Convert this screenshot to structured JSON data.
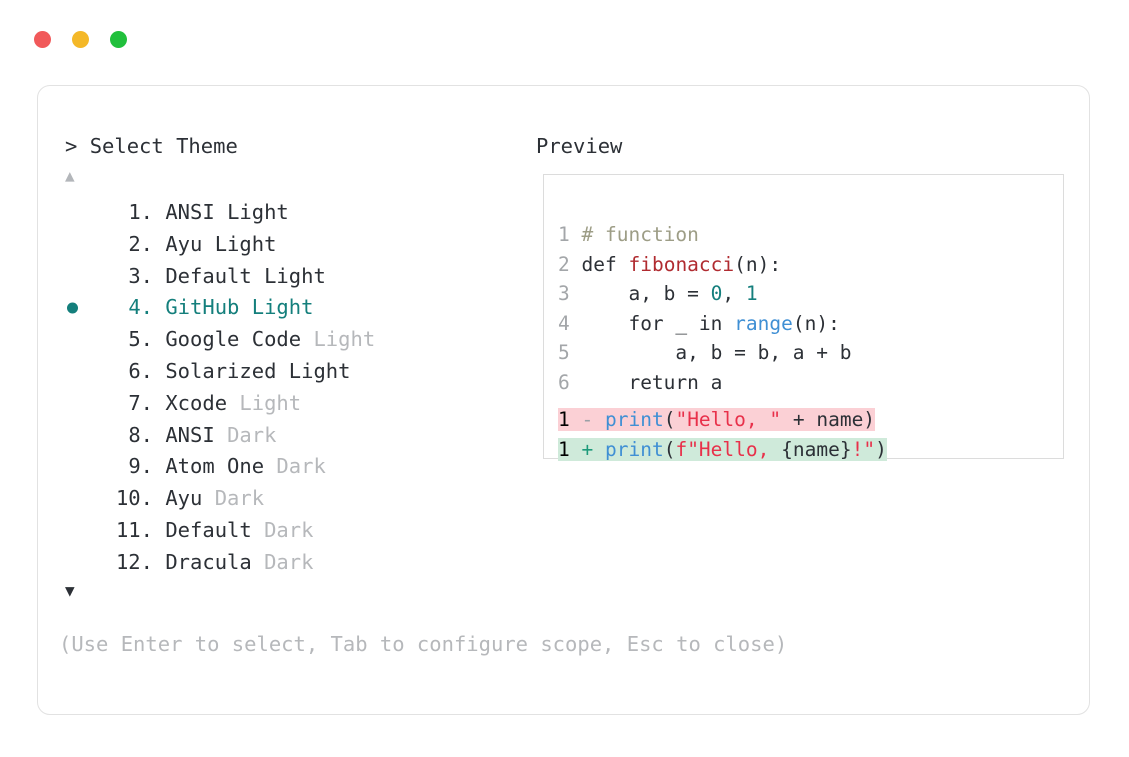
{
  "window": {
    "traffic_lights": [
      {
        "name": "close",
        "color": "#f1595a"
      },
      {
        "name": "minimize",
        "color": "#f4b828"
      },
      {
        "name": "maximize",
        "color": "#21c03c"
      }
    ]
  },
  "prompt": {
    "marker": ">",
    "title": "Select Theme",
    "scroll_up_icon": "▲",
    "scroll_down_icon": "▼"
  },
  "preview": {
    "label": "Preview"
  },
  "colors": {
    "accent_teal": "#147f7c",
    "dim_gray": "#b6b8bb",
    "text": "#2c3036",
    "border": "#e2e2e2",
    "preview_border": "#dcdcdc",
    "diff_del_bg": "#fbd0d5",
    "diff_add_bg": "#cfeada"
  },
  "themes": [
    {
      "index": "1.",
      "name": "ANSI",
      "variant": "Light",
      "variant_dim": false,
      "selected": false
    },
    {
      "index": "2.",
      "name": "Ayu",
      "variant": "Light",
      "variant_dim": false,
      "selected": false
    },
    {
      "index": "3.",
      "name": "Default",
      "variant": "Light",
      "variant_dim": false,
      "selected": false
    },
    {
      "index": "4.",
      "name": "GitHub",
      "variant": "Light",
      "variant_dim": false,
      "selected": true
    },
    {
      "index": "5.",
      "name": "Google Code",
      "variant": "Light",
      "variant_dim": true,
      "selected": false
    },
    {
      "index": "6.",
      "name": "Solarized",
      "variant": "Light",
      "variant_dim": false,
      "selected": false
    },
    {
      "index": "7.",
      "name": "Xcode",
      "variant": "Light",
      "variant_dim": true,
      "selected": false
    },
    {
      "index": "8.",
      "name": "ANSI",
      "variant": "Dark",
      "variant_dim": true,
      "selected": false
    },
    {
      "index": "9.",
      "name": "Atom One",
      "variant": "Dark",
      "variant_dim": true,
      "selected": false
    },
    {
      "index": "10.",
      "name": "Ayu",
      "variant": "Dark",
      "variant_dim": true,
      "selected": false
    },
    {
      "index": "11.",
      "name": "Default",
      "variant": "Dark",
      "variant_dim": true,
      "selected": false
    },
    {
      "index": "12.",
      "name": "Dracula",
      "variant": "Dark",
      "variant_dim": true,
      "selected": false
    }
  ],
  "hint": "(Use Enter to select, Tab to configure scope, Esc to close)",
  "code": {
    "lines": [
      {
        "n": "1",
        "text": "# function"
      },
      {
        "n": "2",
        "text": "def fibonacci(n):"
      },
      {
        "n": "3",
        "text": "    a, b = 0, 1"
      },
      {
        "n": "4",
        "text": "    for _ in range(n):"
      },
      {
        "n": "5",
        "text": "        a, b = b, a + b"
      },
      {
        "n": "6",
        "text": "    return a"
      }
    ],
    "diff": [
      {
        "n": "1",
        "sign": "-",
        "text": "print(\"Hello, \" + name)",
        "kind": "delete"
      },
      {
        "n": "1",
        "sign": "+",
        "text": "print(f\"Hello, {name}!\")",
        "kind": "add"
      }
    ]
  }
}
